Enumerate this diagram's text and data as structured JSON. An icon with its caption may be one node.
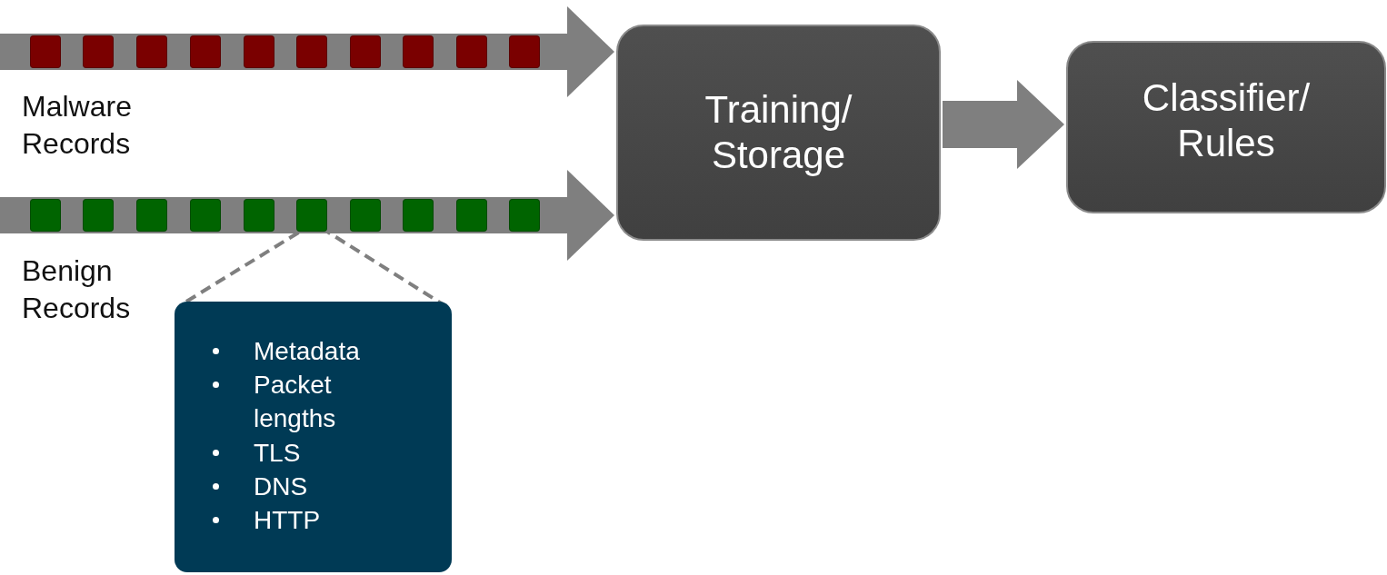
{
  "diagram": {
    "nodes": [
      {
        "text": [],
        "shape": "box"
      },
      {
        "text": [],
        "shape": "box"
      },
      {
        "text": [],
        "shape": "box"
      },
      {
        "text": [],
        "shape": "box"
      },
      {
        "text": [],
        "shape": "box"
      },
      {
        "text": [],
        "shape": "box"
      },
      {
        "text": [],
        "shape": "box"
      },
      {
        "text": [],
        "shape": "box"
      },
      {
        "text": [],
        "shape": "box"
      },
      {
        "text": [],
        "shape": "box"
      },
      {
        "text": [],
        "shape": "box"
      },
      {
        "text": [],
        "shape": "box"
      },
      {
        "text": [],
        "shape": "box"
      },
      {
        "text": [],
        "shape": "box"
      },
      {
        "text": [],
        "shape": "box"
      },
      {
        "text": [],
        "shape": "box"
      },
      {
        "text": [],
        "shape": "box"
      },
      {
        "text": [],
        "shape": "box"
      },
      {
        "text": [],
        "shape": "box"
      },
      {
        "text": [],
        "shape": "box"
      },
      {
        "text": [
          "Training/ Storage"
        ]
      },
      {
        "text": [
          "Classifier/ Rules"
        ]
      },
      {
        "text": [
          "Metadata",
          "Packet lengths",
          "TLS",
          "DNS",
          "HTTP"
        ]
      }
    ],
    "edges": [
      {
        "from": null,
        "to": 20,
        "arrow": "to"
      },
      {
        "from": null,
        "to": 20,
        "arrow": "to"
      },
      {
        "from": 20,
        "to": 21,
        "arrow": "to"
      },
      {
        "from": 22,
        "to": 15,
        "arrow": "none",
        "style": "dashed"
      },
      {
        "from": 22,
        "to": 15,
        "arrow": "none",
        "style": "dashed"
      }
    ],
    "labels": [
      "Malware Records",
      "Benign Records"
    ]
  }
}
